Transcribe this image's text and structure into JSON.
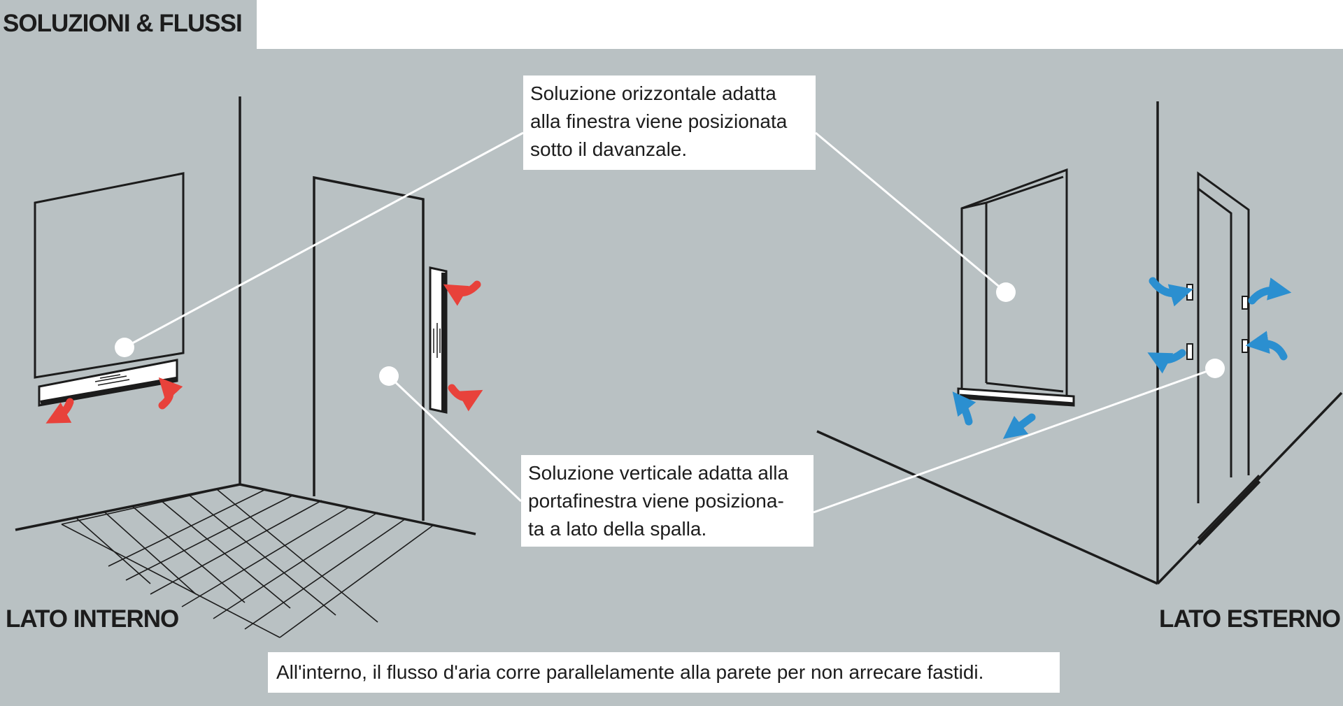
{
  "title": "SOLUZIONI & FLUSSI",
  "callouts": {
    "horizontal": {
      "lines": [
        "Soluzione orizzontale adatta",
        "alla finestra viene posizionata",
        "sotto il davanzale."
      ]
    },
    "vertical": {
      "lines": [
        "Soluzione verticale adatta alla",
        "portafinestra viene posiziona-",
        "ta a lato della spalla."
      ]
    }
  },
  "labels": {
    "inside": "LATO INTERNO",
    "outside": "LATO ESTERNO"
  },
  "caption": "All'interno, il flusso d'aria corre parallelamente alla parete per non arrecare fastidi.",
  "colors": {
    "background": "#b9c1c3",
    "line": "#1c1c1c",
    "inside_arrow": "#e8423b",
    "outside_arrow": "#2b8fd0",
    "leader": "#ffffff"
  }
}
